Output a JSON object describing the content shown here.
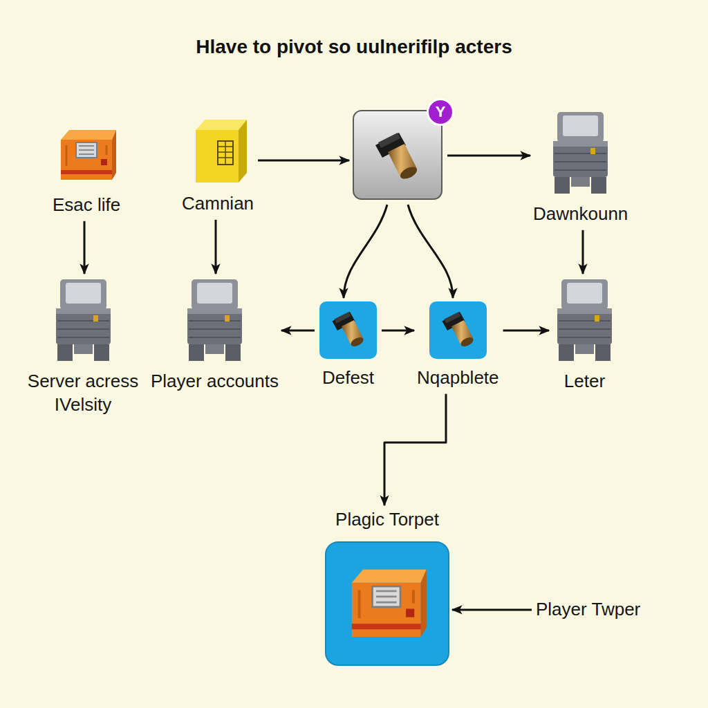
{
  "diagram": {
    "title": "Hlave to pivot so uulnerifilp acters",
    "nodes": [
      {
        "text": [
          "Esac life"
        ]
      },
      {
        "text": [
          "Camnian"
        ]
      },
      {
        "text": [
          "Y"
        ]
      },
      {
        "text": [
          "Dawnkounn"
        ]
      },
      {
        "text": [
          "Server acress IVelsity"
        ]
      },
      {
        "text": [
          "Player accounts"
        ]
      },
      {
        "text": [
          "Defest"
        ]
      },
      {
        "text": [
          "Nqapblete"
        ]
      },
      {
        "text": [
          "Leter"
        ]
      },
      {
        "text": [
          "Plagic Torpet"
        ]
      },
      {
        "text": [
          "Player Twper"
        ]
      }
    ],
    "edges": [
      {
        "from": 0,
        "to": 4,
        "arrow": "to"
      },
      {
        "from": 1,
        "to": 5,
        "arrow": "to"
      },
      {
        "from": 1,
        "to": 2,
        "arrow": "to"
      },
      {
        "from": 2,
        "to": 3,
        "arrow": "to"
      },
      {
        "from": 2,
        "to": 6,
        "arrow": "to"
      },
      {
        "from": 2,
        "to": 7,
        "arrow": "to"
      },
      {
        "from": 6,
        "to": 5,
        "arrow": "to"
      },
      {
        "from": 6,
        "to": 7,
        "arrow": "to"
      },
      {
        "from": 7,
        "to": 8,
        "arrow": "to"
      },
      {
        "from": 3,
        "to": 8,
        "arrow": "to"
      },
      {
        "from": 7,
        "to": 9,
        "arrow": "to"
      },
      {
        "from": 10,
        "to": 9,
        "arrow": "to"
      }
    ]
  }
}
